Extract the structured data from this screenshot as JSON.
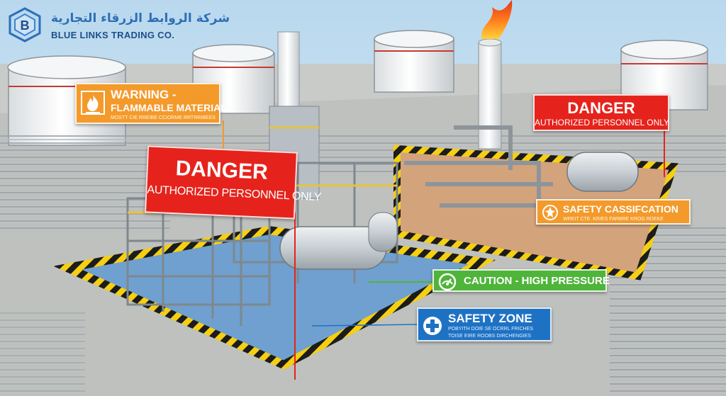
{
  "brand": {
    "name_ar": "شركة الروابط الزرقاء التجارية",
    "name_en": "BLUE LINKS TRADING CO.",
    "color": "#2d6fb6"
  },
  "signs": {
    "warning": {
      "title_line1": "WARNING -",
      "title_line2": "FLAMMABLE MATERIAL",
      "subtext": "MOSTT CIE RREIBE CCIORME RRTRRIBEES",
      "icon": "flame-icon",
      "color": "#f39a2b"
    },
    "danger_main": {
      "title": "DANGER",
      "subtitle": "AUTHORIZED PERSONNEL ONLY",
      "color": "#e5231c"
    },
    "danger_right": {
      "title": "DANGER",
      "subtitle": "AUTHORIZED PERSONNEL ONLY",
      "color": "#e5231c"
    },
    "safety_classification": {
      "title": "SAFETY CASSIFCATION",
      "subtext": "WREIT CTE. KRIES FARBRE KROG RDEKE",
      "icon": "gear-icon",
      "color": "#f39a2b"
    },
    "caution": {
      "title": "CAUTION - HIGH PRESSURE",
      "icon": "pressure-gauge-icon",
      "color": "#4fb43a"
    },
    "safety_zone": {
      "title": "SAFETY ZONE",
      "subtext_line1": "POBYITH DOIE SE OCRRL FRICHES",
      "subtext_line2": "TOISE EIRE ROOBS DIRCHENGIES",
      "icon": "medical-cross-icon",
      "color": "#1e72c4"
    }
  }
}
